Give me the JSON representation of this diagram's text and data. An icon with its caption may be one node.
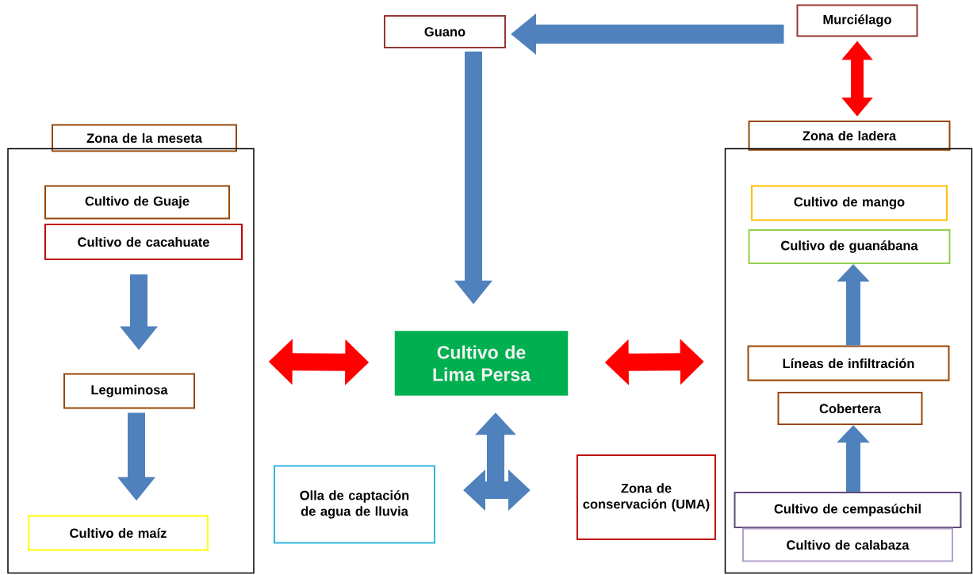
{
  "diagram": {
    "nodes": [
      {
        "text": [
          "Guano"
        ]
      },
      {
        "text": [
          "Murciélago"
        ]
      },
      {
        "text": [
          "Zona de la meseta"
        ]
      },
      {
        "text": [
          "Zona de ladera"
        ]
      },
      {
        "text": [],
        "shape": "box"
      },
      {
        "text": [
          "Cultivo de Guaje"
        ],
        "in": 4
      },
      {
        "text": [
          "Cultivo de cacahuate"
        ],
        "in": 4
      },
      {
        "text": [
          "Leguminosa"
        ],
        "in": 4
      },
      {
        "text": [
          "Cultivo de maíz"
        ],
        "in": 4
      },
      {
        "text": [
          "Cultivo de Lima Persa"
        ]
      },
      {
        "text": [],
        "shape": "box"
      },
      {
        "text": [
          "Cultivo de mango"
        ],
        "in": 10
      },
      {
        "text": [
          "Cultivo de guanábana"
        ],
        "in": 10
      },
      {
        "text": [
          "Líneas de infiltración"
        ],
        "in": 10
      },
      {
        "text": [
          "Cobertera"
        ],
        "in": 10
      },
      {
        "text": [
          "Cultivo de cempasúchil"
        ],
        "in": 10
      },
      {
        "text": [
          "Cultivo de calabaza"
        ],
        "in": 10
      },
      {
        "text": [
          "Olla de captación de agua de lluvia"
        ]
      },
      {
        "text": [
          "Zona de conservación (UMA)"
        ]
      }
    ],
    "edges": [
      {
        "from": 1,
        "to": 0,
        "arrow": "to"
      },
      {
        "from": 0,
        "to": 9,
        "arrow": "to"
      },
      {
        "from": 1,
        "to": 3,
        "arrow": "both",
        "color": "#ff0000"
      },
      {
        "from": 9,
        "to": 4,
        "arrow": "both",
        "color": "#ff0000"
      },
      {
        "from": 9,
        "to": 10,
        "arrow": "both",
        "color": "#ff0000"
      },
      {
        "from": 6,
        "to": 7,
        "arrow": "to"
      },
      {
        "from": 7,
        "to": 8,
        "arrow": "to"
      },
      {
        "from": 15,
        "to": 14,
        "arrow": "to"
      },
      {
        "from": 13,
        "to": 12,
        "arrow": "to"
      },
      {
        "from": 9,
        "to": 17,
        "arrow": "both"
      },
      {
        "from": 9,
        "to": 18,
        "arrow": "both"
      }
    ]
  }
}
